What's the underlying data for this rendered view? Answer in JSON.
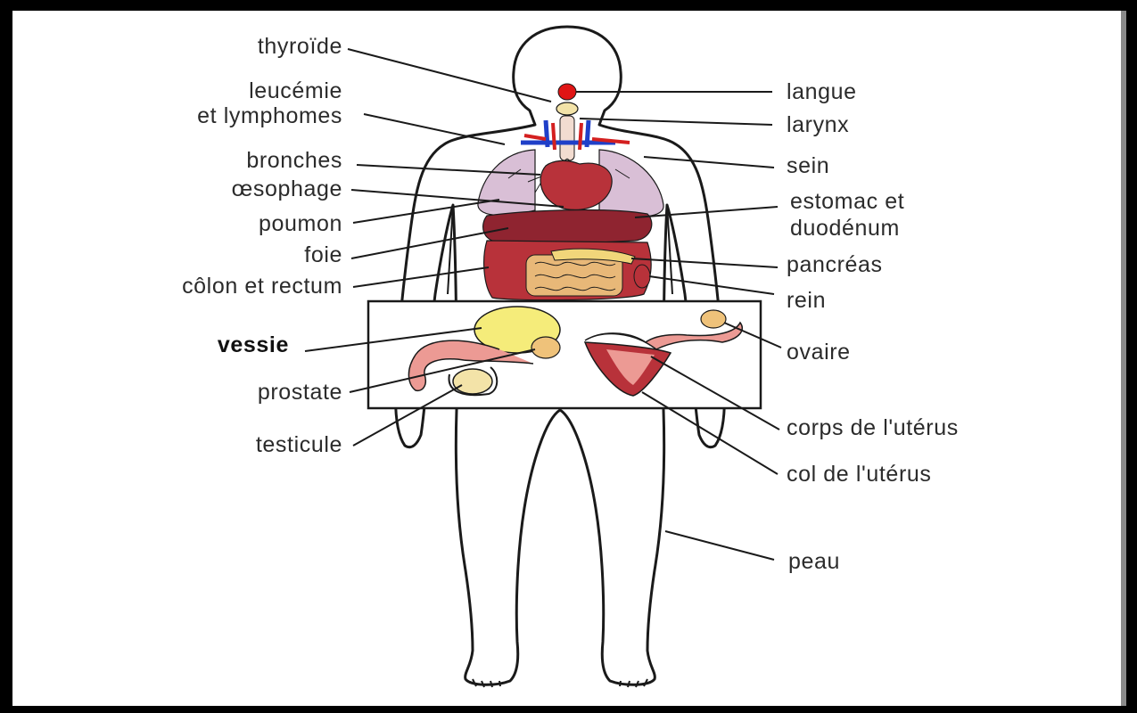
{
  "diagram": {
    "labels_left": {
      "thyroid": "thyroïde",
      "leukemia_line1": "leucémie",
      "leukemia_line2": "et lymphomes",
      "bronchi": "bronches",
      "esophagus": "œsophage",
      "lung": "poumon",
      "liver": "foie",
      "colon": "côlon et rectum",
      "bladder": "vessie",
      "prostate": "prostate",
      "testicle": "testicule"
    },
    "labels_right": {
      "tongue": "langue",
      "larynx": "larynx",
      "breast": "sein",
      "stomach_line1": "estomac et",
      "stomach_line2": "duodénum",
      "pancreas": "pancréas",
      "kidney": "rein",
      "ovary": "ovaire",
      "uterus_body": "corps de l'utérus",
      "cervix": "col de l'utérus",
      "skin": "peau"
    },
    "colors": {
      "lung": "#d9bfd6",
      "organ_red": "#b8323a",
      "organ_dark_red": "#8f2430",
      "intestine_tan": "#e8b878",
      "bladder_yellow": "#f5ec7a",
      "pink": "#ec9a94",
      "tongue_red": "#e01515",
      "vessel_blue": "#1f3fc8",
      "vessel_red": "#d42020",
      "outline": "#1a1a1a"
    }
  }
}
